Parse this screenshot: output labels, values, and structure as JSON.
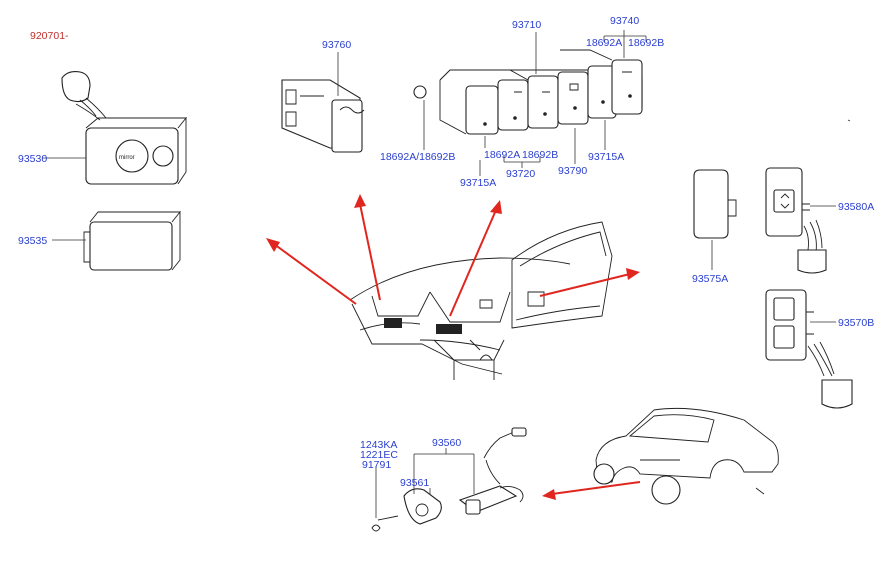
{
  "diagram": {
    "header_code": "920701-",
    "labels": {
      "p93760": "93760",
      "p93710": "93710",
      "p93740": "93740",
      "p18692A_top": "18692A",
      "p18692B_top": "18692B",
      "p93530": "93530",
      "p93535": "93535",
      "p18692AB_left": "18692A/18692B",
      "p93715A_left": "93715A",
      "p18692A_mid": "18692A",
      "p18692B_mid": "18692B",
      "p93720": "93720",
      "p93790": "93790",
      "p93715A_right": "93715A",
      "p93575A": "93575A",
      "p93580A": "93580A",
      "p93570B": "93570B",
      "p1243KA": "1243KA",
      "p1221EC": "1221EC",
      "p91791": "91791",
      "p93560": "93560",
      "p93561": "93561"
    },
    "accent_color": "#e0261e",
    "label_color": "#2a3fd0",
    "header_color": "#c0302a"
  }
}
